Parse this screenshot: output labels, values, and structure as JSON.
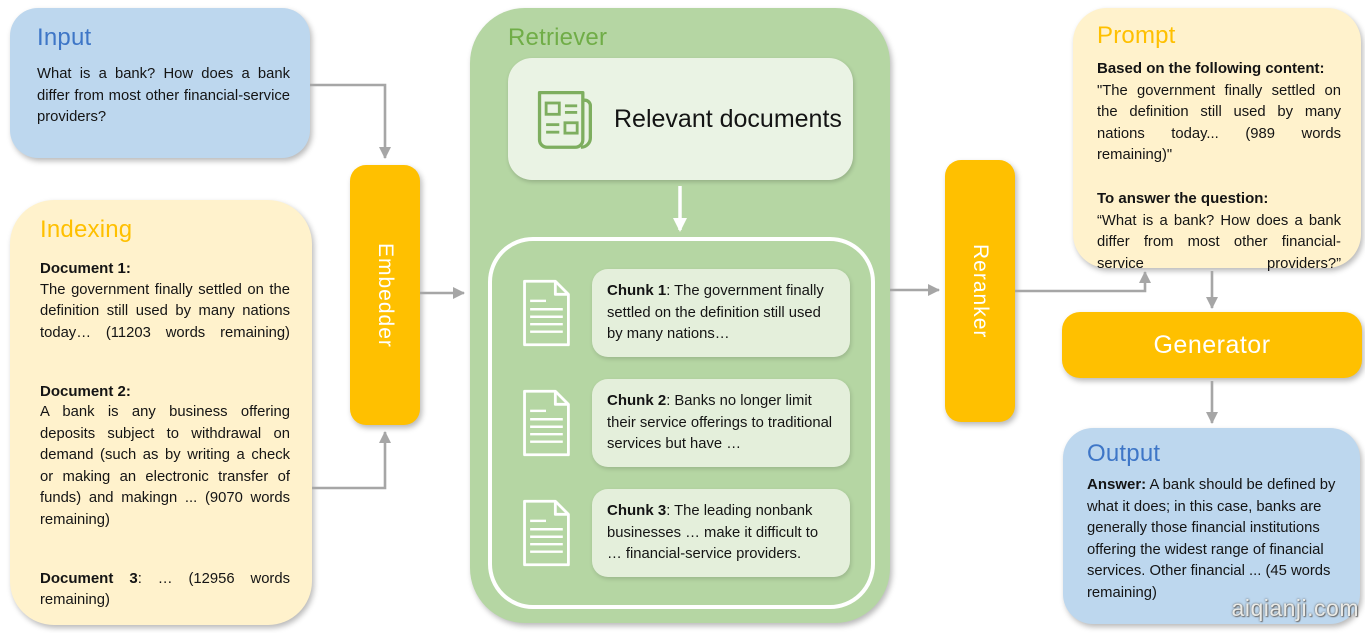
{
  "colors": {
    "blue_box": "#BDD7EE",
    "blue_title": "#3E76C7",
    "cream_box": "#FFF2CC",
    "gold_title": "#FFC000",
    "orange_button": "#FFC000",
    "green_box": "#B5D6A3",
    "green_title": "#70AD47",
    "relevant_docs_box": "#EAF3E4",
    "chunk_box": "#E4EFDB",
    "arrow_gray": "#A6A6A6",
    "arrow_white": "#FFFFFF"
  },
  "input": {
    "title": "Input",
    "text": "What is a bank? How does a bank differ from most other financial-service providers?"
  },
  "indexing": {
    "title": "Indexing",
    "documents": [
      {
        "label": "Document 1:",
        "text": "The government finally settled on the definition still used by many nations today… (11203 words remaining)"
      },
      {
        "label": "Document 2:",
        "text": "A bank is any business offering deposits subject to withdrawal on demand (such as by writing a check or making an electronic transfer of funds) and makingn ... (9070 words remaining)"
      },
      {
        "label": "Document 3",
        "text": ": … (12956 words remaining)"
      }
    ]
  },
  "embedder": {
    "label": "Embedder"
  },
  "retriever": {
    "title": "Retriever",
    "relevant_documents_label": "Relevant documents",
    "chunks": [
      {
        "label": "Chunk 1",
        "text": ": The government finally settled on the definition still used by many nations…"
      },
      {
        "label": "Chunk 2",
        "text": ": Banks no longer limit their service offerings to traditional services but have …"
      },
      {
        "label": "Chunk 3",
        "text": ": The leading nonbank businesses … make it difficult to … financial-service providers."
      }
    ]
  },
  "reranker": {
    "label": "Reranker"
  },
  "prompt": {
    "title": "Prompt",
    "content_label": "Based on the following content:",
    "content_text": "\"The government finally settled on the definition still used by many nations today... (989 words remaining)\"",
    "question_label": "To answer the question:",
    "question_text": "“What is a bank? How does a bank differ from most other financial-service providers?”"
  },
  "generator": {
    "label": "Generator"
  },
  "output": {
    "title": "Output",
    "answer_label": "Answer:",
    "answer_text": " A bank should be defined by what it does; in this case, banks are generally those financial institutions offering the widest range of financial services. Other financial ... (45 words remaining)"
  },
  "watermark": "aiqianji.com"
}
